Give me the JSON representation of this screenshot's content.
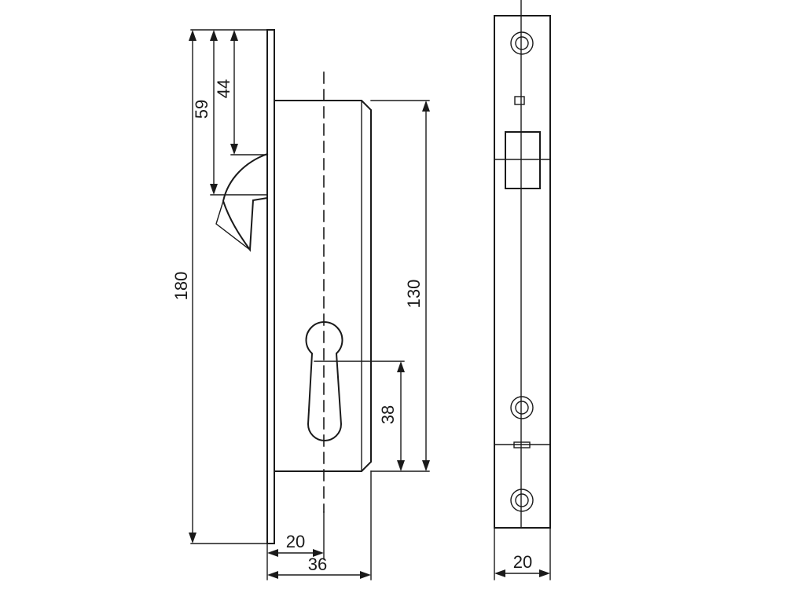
{
  "drawing": {
    "colors": {
      "paper": "#ffffff",
      "ink": "#1a1a1a"
    },
    "dimensions": {
      "total_height": "180",
      "dim_59": "59",
      "dim_44": "44",
      "case_height": "130",
      "cylinder": "38",
      "backset": "20",
      "overall_depth": "36",
      "faceplate_width": "20"
    }
  }
}
